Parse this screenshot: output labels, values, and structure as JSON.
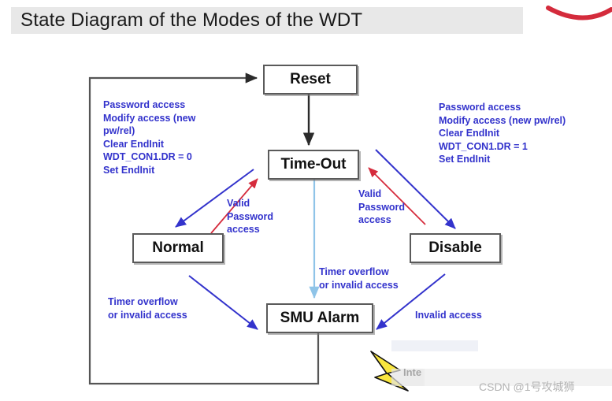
{
  "page": {
    "title": "State Diagram of the Modes of the WDT",
    "background_color": "#ffffff",
    "banner_color": "#e8e8e8",
    "accent_blue": "#3333cc",
    "accent_red": "#d52b3c",
    "node_border": "#5a5a5a"
  },
  "nodes": {
    "reset": "Reset",
    "timeout": "Time-Out",
    "normal": "Normal",
    "disable": "Disable",
    "smu_alarm": "SMU Alarm"
  },
  "annotations": {
    "left_block": "Password access\nModify access (new pw/rel)\nClear EndInit\nWDT_CON1.DR = 0\nSet EndInit",
    "right_block": "Password access\nModify access (new pw/rel)\nClear EndInit\nWDT_CON1.DR = 1\nSet EndInit",
    "valid_left": "Valid\nPassword\naccess",
    "valid_right": "Valid\nPassword\naccess",
    "timer_middle": "Timer overflow\nor invalid access",
    "timer_left": "Timer overflow\nor invalid access",
    "invalid_right": "Invalid access",
    "interrupt": "Inte"
  },
  "watermark": {
    "text": "CSDN @1号攻城狮",
    "color": "#b4b4b4"
  },
  "chart_data": {
    "type": "diagram",
    "title": "State Diagram of the Modes of the WDT",
    "states": [
      "Reset",
      "Time-Out",
      "Normal",
      "Disable",
      "SMU Alarm"
    ],
    "transitions": [
      {
        "from": "Reset",
        "to": "Time-Out",
        "label": "",
        "color": "#2b2b2b"
      },
      {
        "from": "Time-Out",
        "to": "Normal",
        "label": "Password access / Modify access (new pw/rel) / Clear EndInit / WDT_CON1.DR = 0 / Set EndInit",
        "color": "#3333cc"
      },
      {
        "from": "Normal",
        "to": "Time-Out",
        "label": "Valid Password access",
        "color": "#d52b3c"
      },
      {
        "from": "Time-Out",
        "to": "Disable",
        "label": "Password access / Modify access (new pw/rel) / Clear EndInit / WDT_CON1.DR = 1 / Set EndInit",
        "color": "#3333cc"
      },
      {
        "from": "Disable",
        "to": "Time-Out",
        "label": "Valid Password access",
        "color": "#d52b3c"
      },
      {
        "from": "Time-Out",
        "to": "SMU Alarm",
        "label": "Timer overflow or invalid access",
        "color": "#8fc4e8"
      },
      {
        "from": "Normal",
        "to": "SMU Alarm",
        "label": "Timer overflow or invalid access",
        "color": "#3333cc"
      },
      {
        "from": "Disable",
        "to": "SMU Alarm",
        "label": "Invalid access",
        "color": "#3333cc"
      },
      {
        "from": "SMU Alarm",
        "to": "Reset",
        "label": "",
        "color": "#555555"
      }
    ]
  }
}
